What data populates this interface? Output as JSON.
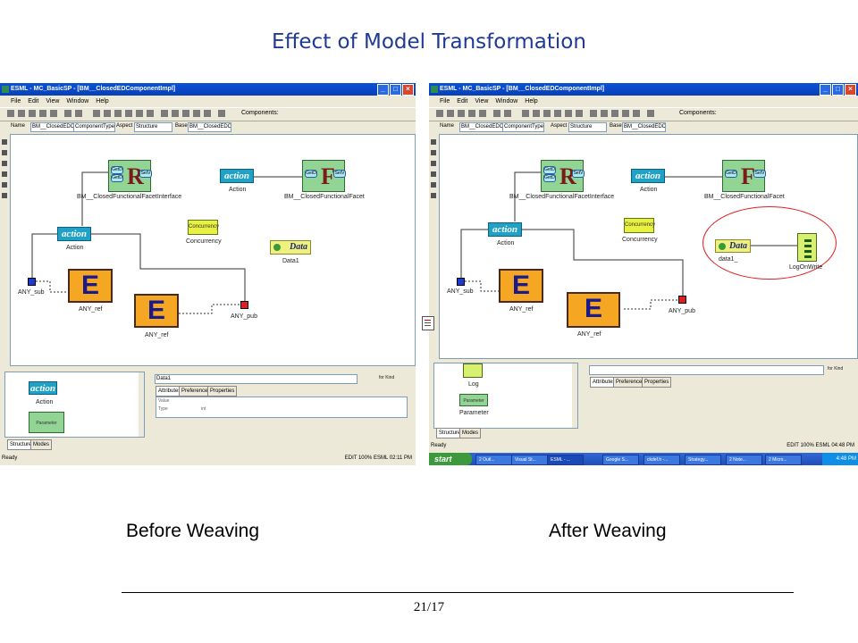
{
  "slide": {
    "title": "Effect of Model Transformation",
    "caption_left": "Before Weaving",
    "caption_right": "After Weaving",
    "page_number": "21/17"
  },
  "colors": {
    "title": "#1f3a93",
    "xp_blue": "#0a52d6",
    "highlight": "#e02020"
  },
  "before": {
    "window_title": "ESML - MC_BasicSP - [BM__ClosedEDComponentImpl]",
    "menu": [
      "File",
      "Edit",
      "View",
      "Window",
      "Help"
    ],
    "components_label": "Components:",
    "prop": {
      "name_label": "Name",
      "name_value": "BM__ClosedEDCom",
      "type_value": "ComponentType",
      "aspect_label": "Aspect",
      "aspect_value": "Structure",
      "base_label": "Base",
      "base_value": "BM__ClosedEDCom"
    },
    "blocks": {
      "r_letter": "R",
      "r_label": "BM__ClosedFunctionalFacetInterface",
      "f_letter": "F",
      "f_label": "BM__ClosedFunctionalFacet",
      "top_action_text": "action",
      "top_action_label": "Action",
      "mid_action_text": "action",
      "mid_action_label": "Action",
      "concurrency_text": "Concurrency",
      "concurrency_label": "Concurrency",
      "data_text": "Data",
      "data_label": "Data1",
      "e1_letter": "E",
      "e1_label": "ANY_ref",
      "e2_letter": "E",
      "e2_label": "ANY_ref",
      "sub_label": "ANY_sub",
      "pub_label": "ANY_pub",
      "port_get": "GetD",
      "port_set": "SetV"
    },
    "lower": {
      "action_text": "action",
      "action_label": "Action",
      "parameter_text": "Parameter",
      "tabs": [
        "Structure",
        "Modes"
      ],
      "attr_name": "Data1",
      "for_kind": "for Kind",
      "attr_tabs": [
        "Attributes",
        "Preferences",
        "Properties"
      ],
      "rows": [
        {
          "k": "Value",
          "v": ""
        },
        {
          "k": "Type",
          "v": "int"
        }
      ]
    },
    "status": {
      "left": "Ready",
      "right": "EDIT  100%  ESML  02:11 PM"
    }
  },
  "after": {
    "window_title": "ESML - MC_BasicSP - [BM__ClosedEDComponentImpl]",
    "menu": [
      "File",
      "Edit",
      "View",
      "Window",
      "Help"
    ],
    "components_label": "Components:",
    "prop": {
      "name_label": "Name",
      "name_value": "BM__ClosedEDCom",
      "type_value": "ComponentType",
      "aspect_label": "Aspect",
      "aspect_value": "Structure",
      "base_label": "Base",
      "base_value": "BM__ClosedEDCom"
    },
    "blocks": {
      "r_letter": "R",
      "r_label": "BM__ClosedFunctionalFacetInterface",
      "f_letter": "F",
      "f_label": "BM__ClosedFunctionalFacet",
      "top_action_text": "action",
      "top_action_label": "Action",
      "mid_action_text": "action",
      "mid_action_label": "Action",
      "concurrency_text": "Concurrency",
      "concurrency_label": "Concurrency",
      "data_text": "Data",
      "data_label": "data1_",
      "log_label": "LogOnWrite",
      "e1_letter": "E",
      "e1_label": "ANY_ref",
      "e2_letter": "E",
      "e2_label": "ANY_ref",
      "sub_label": "ANY_sub",
      "pub_label": "ANY_pub",
      "port_get": "GetD",
      "port_set": "SetV"
    },
    "lower": {
      "log_label": "Log",
      "parameter_text": "Parameter",
      "parameter_label": "Parameter",
      "tabs": [
        "Structure",
        "Modes"
      ],
      "for_kind": "for Kind",
      "attr_tabs": [
        "Attributes",
        "Preferences",
        "Properties"
      ]
    },
    "status": {
      "left": "Ready",
      "right": "EDIT  100%  ESML  04:48 PM"
    },
    "taskbar": {
      "start": "start",
      "items": [
        "2 Outl...",
        "Visual St...",
        "ESML - ...",
        "Google S...",
        "ckdef.h -...",
        "Strategy...",
        "2 Note...",
        "2 Micro..."
      ],
      "time": "4:48 PM"
    }
  }
}
